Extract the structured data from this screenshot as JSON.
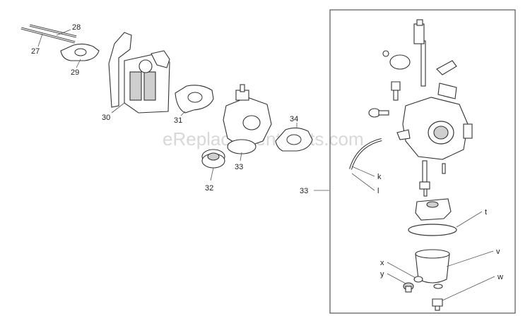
{
  "watermark": "eReplacementParts.com",
  "callouts": {
    "c27": "27",
    "c28": "28",
    "c29": "29",
    "c30": "30",
    "c31": "31",
    "c32": "32",
    "c33a": "33",
    "c34": "34",
    "c33b": "33",
    "ck": "k",
    "cl": "l",
    "ct": "t",
    "cv": "v",
    "cx": "x",
    "cy": "y",
    "cw": "w"
  }
}
